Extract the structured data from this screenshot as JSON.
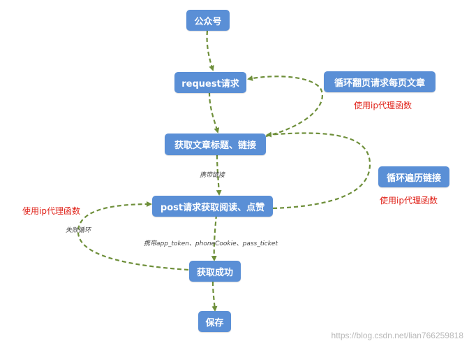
{
  "nodes": {
    "gongzhonghao": "公众号",
    "request": "request请求",
    "get_title": "获取文章标题、链接",
    "post": "post请求获取阅读、点赞",
    "success": "获取成功",
    "save": "保存",
    "loop_page": "循环翻页请求每页文章",
    "loop_links": "循环遍历链接"
  },
  "notes": {
    "proxy_1": "使用ip代理函数",
    "proxy_2": "使用ip代理函数",
    "proxy_3": "使用ip代理函数"
  },
  "edge_labels": {
    "carry_link": "携带链接",
    "fail_loop": "失败循环",
    "carry_tokens": "携带app_token、phoneCookie、pass_ticket"
  },
  "watermark": "https://blog.csdn.net/lian766259818",
  "colors": {
    "node_fill": "#5a8fd6",
    "edge": "#6e8f3a",
    "note": "#e0231a"
  }
}
